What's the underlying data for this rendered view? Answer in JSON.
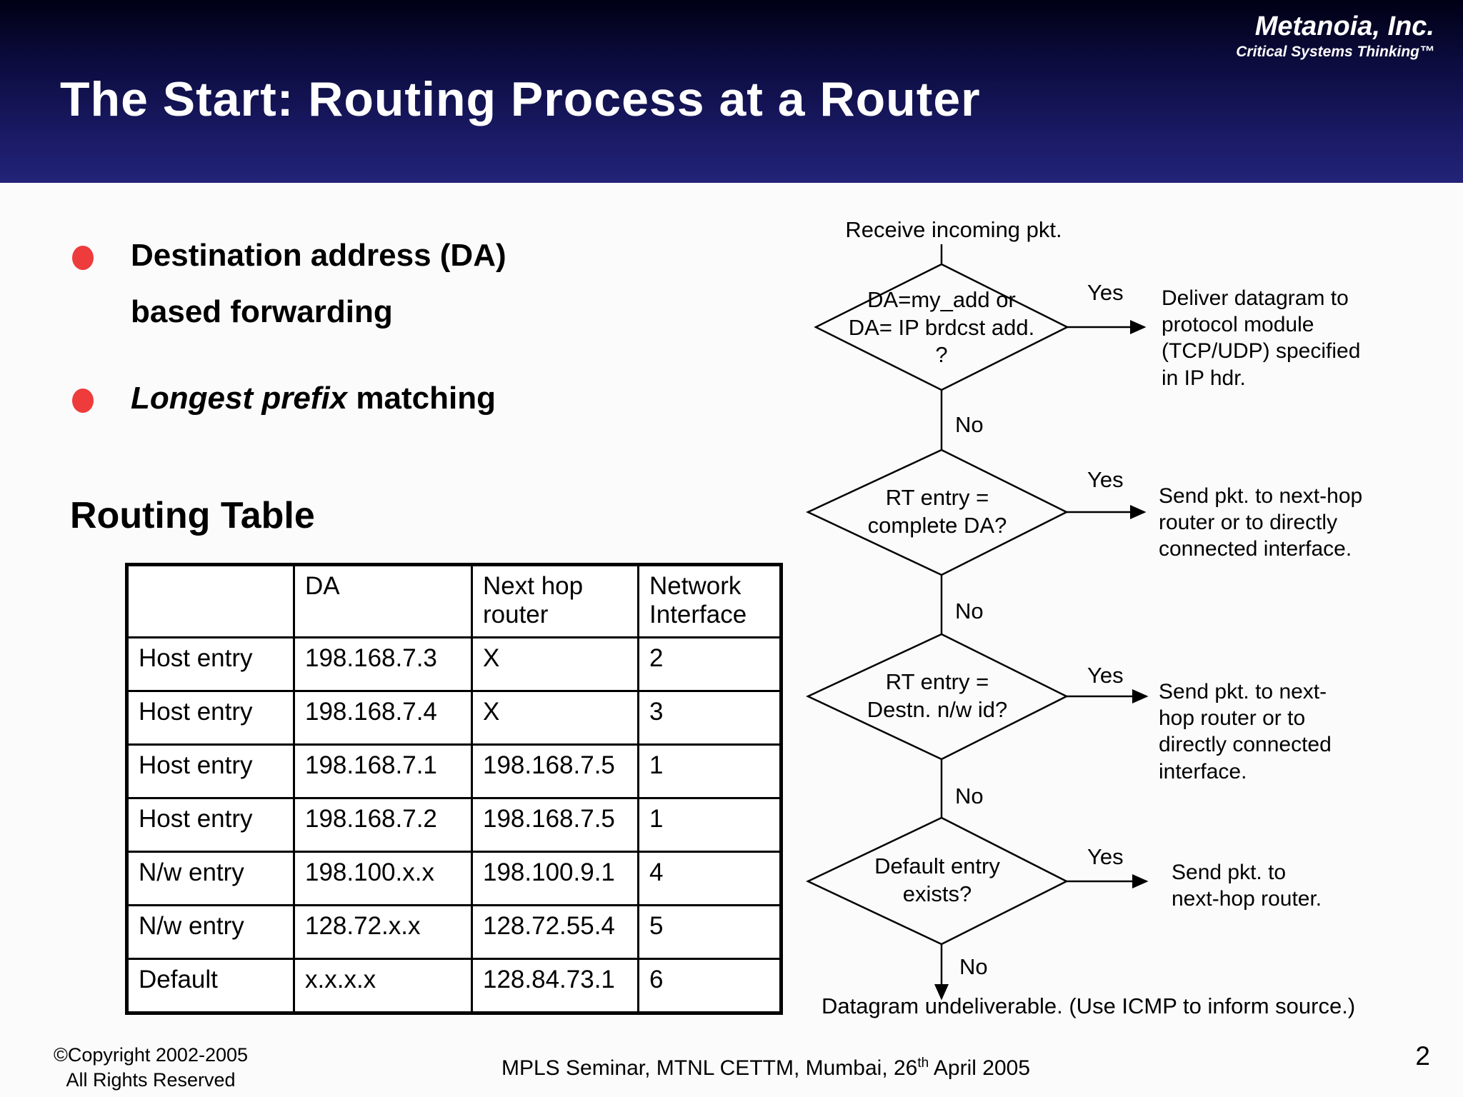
{
  "theme": {
    "slide_bg": "#fbfbfb",
    "header_top": "#000014",
    "header_bottom": "#232378",
    "bullet_red": "#ee3b3b",
    "text": "#000000"
  },
  "header": {
    "company": "Metanoia, Inc.",
    "tagline": "Critical Systems Thinking™",
    "title": "The Start: Routing Process at a Router"
  },
  "bullets": [
    {
      "text": "Destination address (DA) based forwarding"
    },
    {
      "italic": "Longest prefix",
      "rest": " matching"
    }
  ],
  "routing_table": {
    "heading": "Routing Table",
    "columns": [
      "",
      "DA",
      "Next hop router",
      "Network Interface"
    ],
    "rows": [
      [
        "Host entry",
        "198.168.7.3",
        "X",
        "2"
      ],
      [
        "Host entry",
        "198.168.7.4",
        "X",
        "3"
      ],
      [
        "Host entry",
        "198.168.7.1",
        "198.168.7.5",
        "1"
      ],
      [
        "Host entry",
        "198.168.7.2",
        "198.168.7.5",
        "1"
      ],
      [
        "N/w entry",
        "198.100.x.x",
        "198.100.9.1",
        "4"
      ],
      [
        "N/w entry",
        "128.72.x.x",
        "128.72.55.4",
        "5"
      ],
      [
        "Default",
        "x.x.x.x",
        "128.84.73.1",
        "6"
      ]
    ]
  },
  "flowchart": {
    "start_label": "Receive incoming pkt.",
    "decisions": [
      {
        "question": "DA=my_add or\nDA= IP brdcst add.\n?",
        "yes": "Yes",
        "no": "No",
        "action": "Deliver datagram to\nprotocol module\n(TCP/UDP) specified\nin IP hdr."
      },
      {
        "question": "RT entry =\ncomplete DA?",
        "yes": "Yes",
        "no": "No",
        "action": "Send pkt. to next-hop\nrouter  or to directly\nconnected interface."
      },
      {
        "question": "RT entry =\nDestn. n/w id?",
        "yes": "Yes",
        "no": "No",
        "action": "Send pkt. to next-\nhop router  or to\ndirectly connected\ninterface."
      },
      {
        "question": "Default entry\nexists?",
        "yes": "Yes",
        "no": "No",
        "action": "Send pkt. to\nnext-hop router."
      }
    ],
    "end_label": "Datagram undeliverable. (Use ICMP to inform source.)"
  },
  "footer": {
    "copyright_line1": "©Copyright 2002-2005",
    "copyright_line2": "All Rights Reserved",
    "seminar_pre": "MPLS Seminar, MTNL CETTM, Mumbai, 26",
    "seminar_sup": "th",
    "seminar_post": " April 2005",
    "page_number": "2"
  }
}
